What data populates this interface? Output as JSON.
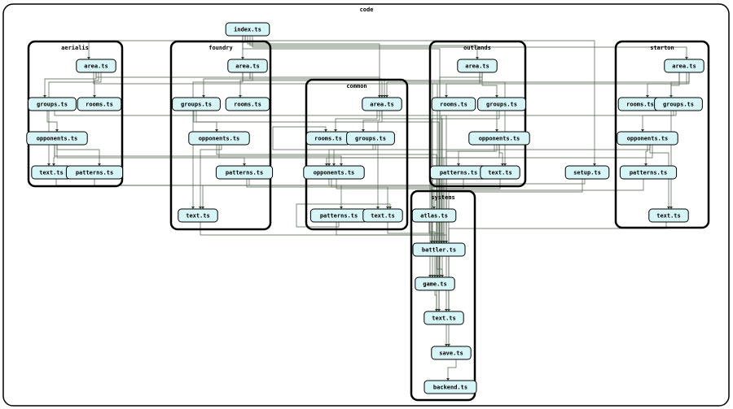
{
  "diagram": {
    "root_label": "code",
    "clusters": [
      {
        "id": "aerialis",
        "label": "aerialis"
      },
      {
        "id": "foundry",
        "label": "foundry"
      },
      {
        "id": "common",
        "label": "common"
      },
      {
        "id": "outlands",
        "label": "outlands"
      },
      {
        "id": "starton",
        "label": "starton"
      },
      {
        "id": "systems",
        "label": "systems"
      }
    ],
    "nodes": [
      {
        "id": "index",
        "label": "index.ts",
        "cluster": ""
      },
      {
        "id": "setup",
        "label": "setup.ts",
        "cluster": ""
      },
      {
        "id": "aer_area",
        "label": "area.ts",
        "cluster": "aerialis"
      },
      {
        "id": "aer_groups",
        "label": "groups.ts",
        "cluster": "aerialis"
      },
      {
        "id": "aer_rooms",
        "label": "rooms.ts",
        "cluster": "aerialis"
      },
      {
        "id": "aer_opp",
        "label": "opponents.ts",
        "cluster": "aerialis"
      },
      {
        "id": "aer_text",
        "label": "text.ts",
        "cluster": "aerialis"
      },
      {
        "id": "aer_pat",
        "label": "patterns.ts",
        "cluster": "aerialis"
      },
      {
        "id": "fou_area",
        "label": "area.ts",
        "cluster": "foundry"
      },
      {
        "id": "fou_groups",
        "label": "groups.ts",
        "cluster": "foundry"
      },
      {
        "id": "fou_rooms",
        "label": "rooms.ts",
        "cluster": "foundry"
      },
      {
        "id": "fou_opp",
        "label": "opponents.ts",
        "cluster": "foundry"
      },
      {
        "id": "fou_pat",
        "label": "patterns.ts",
        "cluster": "foundry"
      },
      {
        "id": "fou_text",
        "label": "text.ts",
        "cluster": "foundry"
      },
      {
        "id": "com_area",
        "label": "area.ts",
        "cluster": "common"
      },
      {
        "id": "com_rooms",
        "label": "rooms.ts",
        "cluster": "common"
      },
      {
        "id": "com_groups",
        "label": "groups.ts",
        "cluster": "common"
      },
      {
        "id": "com_opp",
        "label": "opponents.ts",
        "cluster": "common"
      },
      {
        "id": "com_pat",
        "label": "patterns.ts",
        "cluster": "common"
      },
      {
        "id": "com_text",
        "label": "text.ts",
        "cluster": "common"
      },
      {
        "id": "out_area",
        "label": "area.ts",
        "cluster": "outlands"
      },
      {
        "id": "out_rooms",
        "label": "rooms.ts",
        "cluster": "outlands"
      },
      {
        "id": "out_groups",
        "label": "groups.ts",
        "cluster": "outlands"
      },
      {
        "id": "out_opp",
        "label": "opponents.ts",
        "cluster": "outlands"
      },
      {
        "id": "out_pat",
        "label": "patterns.ts",
        "cluster": "outlands"
      },
      {
        "id": "out_text",
        "label": "text.ts",
        "cluster": "outlands"
      },
      {
        "id": "sta_area",
        "label": "area.ts",
        "cluster": "starton"
      },
      {
        "id": "sta_rooms",
        "label": "rooms.ts",
        "cluster": "starton"
      },
      {
        "id": "sta_groups",
        "label": "groups.ts",
        "cluster": "starton"
      },
      {
        "id": "sta_opp",
        "label": "opponents.ts",
        "cluster": "starton"
      },
      {
        "id": "sta_pat",
        "label": "patterns.ts",
        "cluster": "starton"
      },
      {
        "id": "sta_text",
        "label": "text.ts",
        "cluster": "starton"
      },
      {
        "id": "sys_atlas",
        "label": "atlas.ts",
        "cluster": "systems"
      },
      {
        "id": "sys_battler",
        "label": "battler.ts",
        "cluster": "systems"
      },
      {
        "id": "sys_game",
        "label": "game.ts",
        "cluster": "systems"
      },
      {
        "id": "sys_text",
        "label": "text.ts",
        "cluster": "systems"
      },
      {
        "id": "sys_save",
        "label": "save.ts",
        "cluster": "systems"
      },
      {
        "id": "sys_backend",
        "label": "backend.ts",
        "cluster": "systems"
      }
    ],
    "edges": [
      [
        "index",
        "aer_area"
      ],
      [
        "index",
        "fou_area"
      ],
      [
        "index",
        "com_area"
      ],
      [
        "index",
        "out_area"
      ],
      [
        "index",
        "sta_area"
      ],
      [
        "index",
        "sys_game"
      ],
      [
        "index",
        "setup"
      ],
      [
        "aer_area",
        "aer_groups"
      ],
      [
        "aer_area",
        "aer_rooms"
      ],
      [
        "aer_area",
        "aer_text"
      ],
      [
        "aer_groups",
        "aer_opp"
      ],
      [
        "aer_opp",
        "aer_text"
      ],
      [
        "aer_opp",
        "aer_pat"
      ],
      [
        "fou_area",
        "fou_groups"
      ],
      [
        "fou_area",
        "fou_rooms"
      ],
      [
        "fou_area",
        "fou_text"
      ],
      [
        "fou_groups",
        "fou_opp"
      ],
      [
        "fou_opp",
        "fou_pat"
      ],
      [
        "fou_opp",
        "fou_text"
      ],
      [
        "fou_pat",
        "fou_text"
      ],
      [
        "com_area",
        "com_rooms"
      ],
      [
        "com_area",
        "com_groups"
      ],
      [
        "com_area",
        "com_text"
      ],
      [
        "com_groups",
        "com_rooms"
      ],
      [
        "com_groups",
        "com_opp"
      ],
      [
        "com_opp",
        "com_pat"
      ],
      [
        "com_opp",
        "com_text"
      ],
      [
        "com_pat",
        "com_text"
      ],
      [
        "out_area",
        "out_rooms"
      ],
      [
        "out_area",
        "out_groups"
      ],
      [
        "out_groups",
        "out_opp"
      ],
      [
        "out_opp",
        "out_pat"
      ],
      [
        "out_opp",
        "out_text"
      ],
      [
        "out_area",
        "out_text"
      ],
      [
        "sta_area",
        "sta_rooms"
      ],
      [
        "sta_area",
        "sta_groups"
      ],
      [
        "sta_groups",
        "sta_opp"
      ],
      [
        "sta_opp",
        "sta_pat"
      ],
      [
        "sta_opp",
        "sta_text"
      ],
      [
        "sta_area",
        "sta_text"
      ],
      [
        "sys_atlas",
        "sys_battler"
      ],
      [
        "sys_battler",
        "sys_game"
      ],
      [
        "sys_game",
        "sys_text"
      ],
      [
        "sys_text",
        "sys_save"
      ],
      [
        "sys_save",
        "sys_backend"
      ],
      [
        "sys_atlas",
        "sys_game"
      ],
      [
        "aer_area",
        "sys_game"
      ],
      [
        "aer_opp",
        "sys_battler"
      ],
      [
        "aer_groups",
        "sys_battler"
      ],
      [
        "aer_text",
        "sys_text"
      ],
      [
        "fou_area",
        "sys_game"
      ],
      [
        "fou_opp",
        "sys_battler"
      ],
      [
        "fou_groups",
        "sys_battler"
      ],
      [
        "fou_text",
        "sys_text"
      ],
      [
        "out_area",
        "sys_game"
      ],
      [
        "out_opp",
        "sys_battler"
      ],
      [
        "out_groups",
        "sys_battler"
      ],
      [
        "out_text",
        "sys_text"
      ],
      [
        "sta_area",
        "sys_game"
      ],
      [
        "sta_opp",
        "sys_battler"
      ],
      [
        "sta_groups",
        "sys_battler"
      ],
      [
        "sta_text",
        "sys_text"
      ],
      [
        "com_area",
        "sys_game"
      ],
      [
        "com_opp",
        "sys_battler"
      ],
      [
        "com_text",
        "sys_text"
      ],
      [
        "setup",
        "sys_save"
      ],
      [
        "setup",
        "sys_atlas"
      ],
      [
        "aer_pat",
        "sys_battler"
      ],
      [
        "fou_pat",
        "sys_battler"
      ],
      [
        "out_pat",
        "sys_battler"
      ],
      [
        "sta_pat",
        "sys_battler"
      ],
      [
        "com_pat",
        "sys_battler"
      ],
      [
        "aer_area",
        "com_area"
      ],
      [
        "fou_area",
        "com_area"
      ],
      [
        "out_area",
        "com_area"
      ],
      [
        "sta_area",
        "com_area"
      ],
      [
        "aer_opp",
        "com_opp"
      ],
      [
        "out_opp",
        "com_opp"
      ],
      [
        "sta_opp",
        "com_opp"
      ]
    ]
  }
}
